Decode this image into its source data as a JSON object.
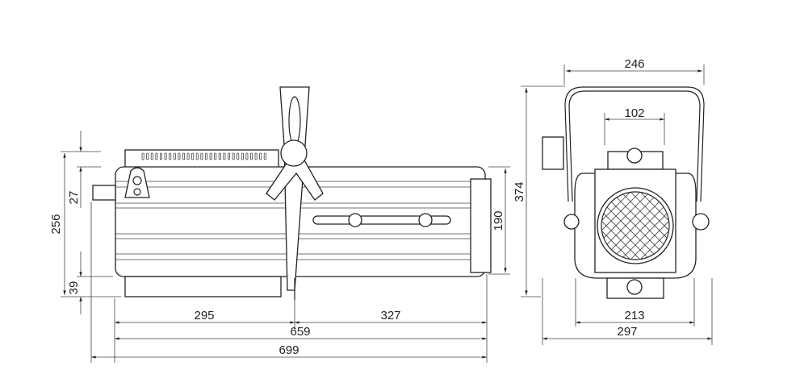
{
  "title": "Profile spotlight dimension drawing",
  "side_view": {
    "dimensions": {
      "rear_length": "295",
      "front_length": "327",
      "body_length": "659",
      "total_length": "699",
      "total_height": "256",
      "top_section": "27",
      "bottom_section": "39",
      "front_height": "190"
    }
  },
  "front_view": {
    "dimensions": {
      "yoke_width": "246",
      "top_width": "102",
      "total_height": "374",
      "body_width": "213",
      "total_width": "297"
    }
  },
  "colors": {
    "line": "#222222",
    "background": "#ffffff"
  }
}
